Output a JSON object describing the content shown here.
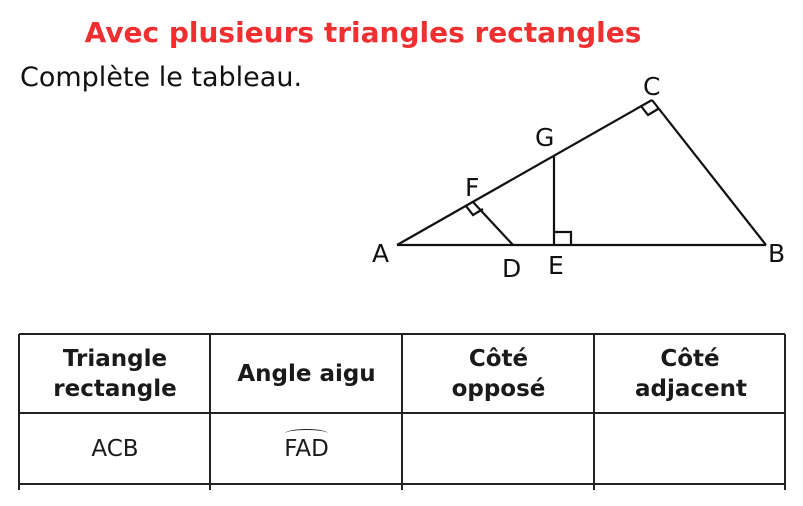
{
  "title": "Avec plusieurs triangles rectangles",
  "instruction": "Complète le tableau.",
  "figure": {
    "points": [
      "A",
      "B",
      "C",
      "D",
      "E",
      "F",
      "G"
    ]
  },
  "table": {
    "headers": [
      "Triangle rectangle",
      "Angle aigu",
      "Côté opposé",
      "Côté adjacent"
    ],
    "rows": [
      [
        "ACB",
        "FAD",
        "",
        ""
      ]
    ]
  }
}
